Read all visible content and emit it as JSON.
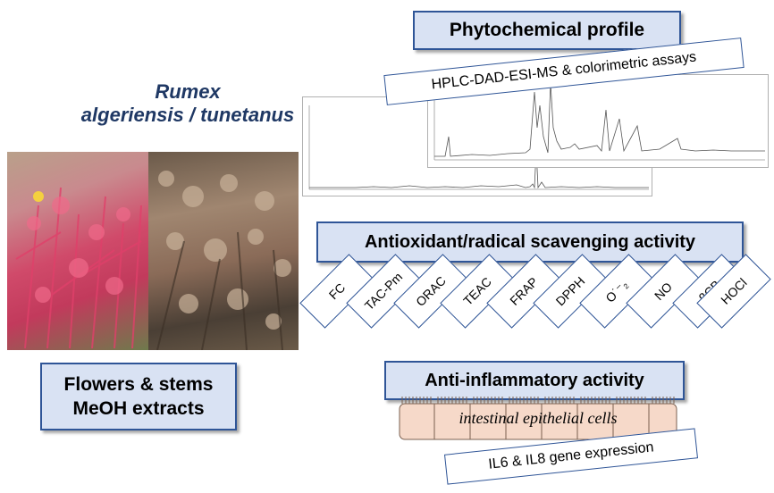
{
  "species": {
    "line1": "Rumex",
    "line2": "algeriensis  /  tunetanus"
  },
  "extract_box": {
    "line1": "Flowers & stems",
    "line2": "MeOH extracts"
  },
  "phytochemical": {
    "title": "Phytochemical profile",
    "method": "HPLC-DAD-ESI-MS & colorimetric assays"
  },
  "antioxidant": {
    "title": "Antioxidant/radical scavenging activity",
    "assays": [
      "FC",
      "TAC-Pm",
      "ORAC",
      "TEAC",
      "FRAP",
      "DPPH",
      "O˙⁻₂",
      "NO",
      "βCB",
      "HOCl"
    ]
  },
  "antiinflammatory": {
    "title": "Anti-inflammatory activity",
    "cells": "intestinal epithelial cells",
    "gene": "IL6 & IL8 gene expression"
  },
  "colors": {
    "box_fill": "#d9e2f3",
    "box_border": "#2f5597",
    "species_text": "#1f3864"
  }
}
